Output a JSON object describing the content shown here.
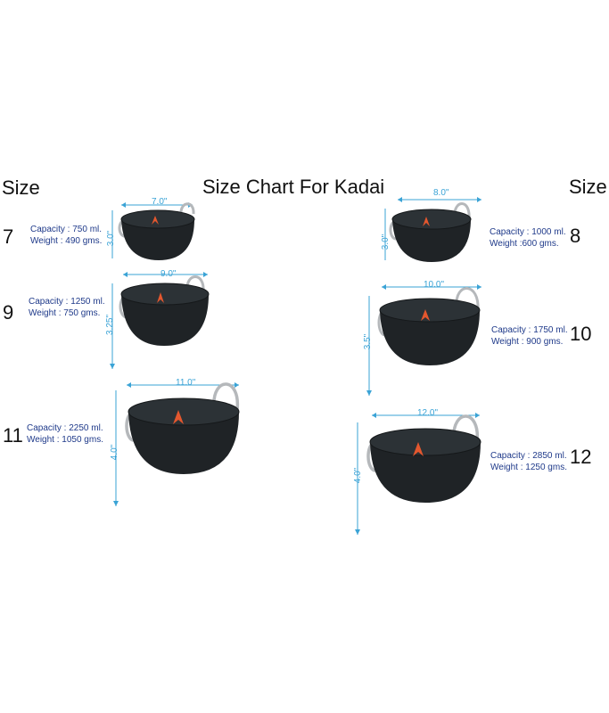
{
  "header": {
    "title": "Size Chart For Kadai",
    "size_label_left": "Size",
    "size_label_right": "Size"
  },
  "colors": {
    "pan_body": "#1f2326",
    "pan_rim": "#2c3236",
    "handle": "#b5b8bb",
    "dimension": "#3aa3d6",
    "spec_text": "#1f3a8a",
    "logo": "#e4572e"
  },
  "kadais": [
    {
      "size": "7",
      "capacity": "Capacity : 750 ml.",
      "weight": "Weight : 490 gms.",
      "width": "7.0\"",
      "height": "3.0\""
    },
    {
      "size": "8",
      "capacity": "Capacity : 1000 ml.",
      "weight": "Weight :600 gms.",
      "width": "8.0\"",
      "height": "3.0\""
    },
    {
      "size": "9",
      "capacity": "Capacity : 1250 ml.",
      "weight": "Weight : 750 gms.",
      "width": "9.0\"",
      "height": "3.25\""
    },
    {
      "size": "10",
      "capacity": "Capacity : 1750 ml.",
      "weight": "Weight : 900 gms.",
      "width": "10.0\"",
      "height": "3.5\""
    },
    {
      "size": "11",
      "capacity": "Capacity : 2250 ml.",
      "weight": "Weight : 1050 gms.",
      "width": "11.0\"",
      "height": "4.0\""
    },
    {
      "size": "12",
      "capacity": "Capacity : 2850 ml.",
      "weight": "Weight : 1250 gms.",
      "width": "12.0\"",
      "height": "4.0\""
    }
  ]
}
